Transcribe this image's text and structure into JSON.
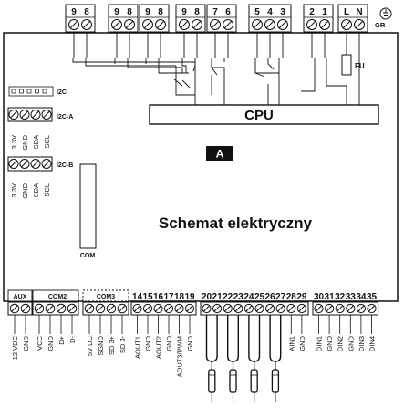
{
  "title": "Schemat elektryczny",
  "cpu_label": "CPU",
  "badge_label": "A",
  "fuse_label": "FU",
  "gr_label": "GR",
  "com_label": "COM",
  "i2c": {
    "header": "I2C",
    "port_a": "I2C-A",
    "port_b": "I2C-B",
    "pins": [
      "3.3V",
      "GND",
      "SDA",
      "SCL"
    ]
  },
  "top_terminals": [
    {
      "numbers": [
        "9",
        "8"
      ]
    },
    {
      "numbers": [
        "9",
        "8"
      ]
    },
    {
      "numbers": [
        "9",
        "8"
      ]
    },
    {
      "numbers": [
        "9",
        "8"
      ]
    },
    {
      "numbers": [
        "7",
        "6"
      ]
    },
    {
      "numbers": [
        "5",
        "4",
        "3"
      ]
    },
    {
      "numbers": [
        "2",
        "1"
      ]
    },
    {
      "numbers": [
        "L",
        "N"
      ]
    }
  ],
  "bottom_groups": [
    {
      "label": "AUX",
      "pins": [
        "12 VDC",
        "GND"
      ]
    },
    {
      "label": "COM2",
      "pins": [
        "VCC",
        "GND",
        "D+",
        "D-"
      ]
    },
    {
      "label": "COM3",
      "pins": [
        "5V DC",
        "SGND",
        "SD 3+",
        "SD 3-"
      ]
    }
  ],
  "numbered_block_1": {
    "numbers": [
      "14",
      "15",
      "16",
      "17",
      "18",
      "19"
    ],
    "pins": [
      "AOUT1",
      "GND",
      "AOUT2",
      "GND",
      "AOUT3/PWM",
      "GND"
    ]
  },
  "numbered_block_2": {
    "numbers": [
      "20",
      "21",
      "22",
      "23",
      "24",
      "25",
      "26",
      "27",
      "28",
      "29"
    ],
    "pins": [
      "",
      "",
      "",
      "",
      "",
      "",
      "",
      "",
      "AIN1",
      "GND"
    ]
  },
  "numbered_block_3": {
    "numbers": [
      "30",
      "31",
      "32",
      "33",
      "34",
      "35"
    ],
    "pins": [
      "DIN1",
      "GND",
      "DIN2",
      "GND",
      "DIN3",
      "DIN4"
    ]
  }
}
